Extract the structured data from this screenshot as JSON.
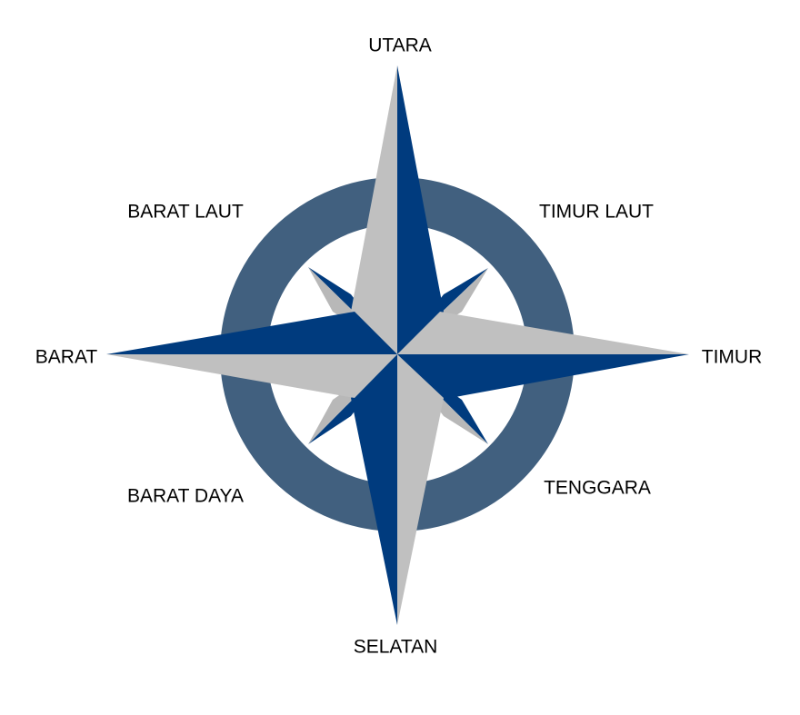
{
  "directions": {
    "north": "UTARA",
    "northeast": "TIMUR LAUT",
    "east": "TIMUR",
    "southeast": "TENGGARA",
    "south": "SELATAN",
    "southwest": "BARAT DAYA",
    "west": "BARAT",
    "northwest": "BARAT LAUT"
  },
  "colors": {
    "ring": "#41607f",
    "navy": "#003b7e",
    "light_gray": "#c0c0c0",
    "diagonal_shadow": "#9a9a9a",
    "background": "#ffffff"
  }
}
